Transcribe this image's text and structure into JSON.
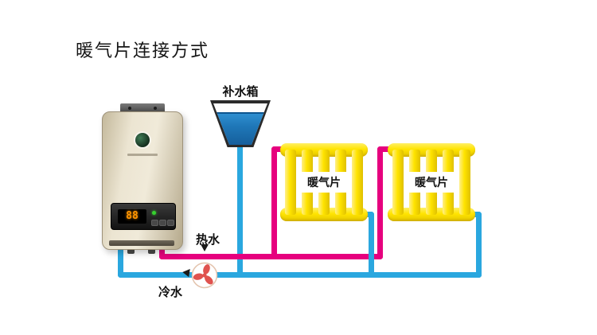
{
  "title": "暖气片连接方式",
  "tank": {
    "label": "补水箱"
  },
  "boiler": {
    "display": "88"
  },
  "pipes": {
    "hot_label": "热水",
    "cold_label": "冷水"
  },
  "radiators": [
    {
      "label": "暖气片"
    },
    {
      "label": "暖气片"
    }
  ],
  "colors": {
    "hot_pipe": "#e6007e",
    "cold_pipe": "#2aa7df",
    "radiator_yellow": "#ffe400",
    "tank_water": "#1f77b8",
    "pump_blade": "#e0524e"
  }
}
